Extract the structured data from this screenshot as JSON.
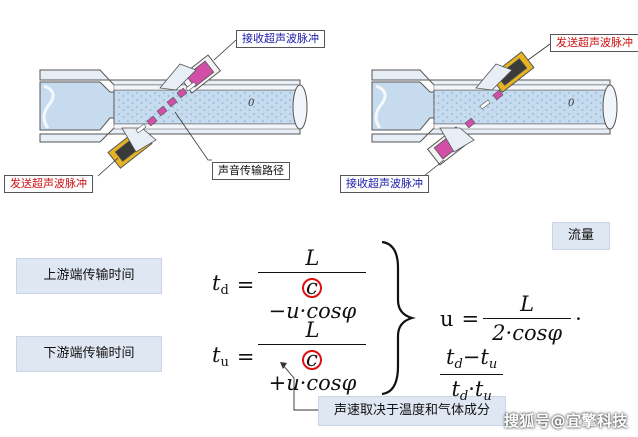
{
  "diagram": {
    "left": {
      "receive_label": "接收超声波脉冲",
      "send_label": "发送超声波脉冲",
      "path_label": "声音传输路径",
      "pipe_mark": "0"
    },
    "right": {
      "send_label": "发送超声波脉冲",
      "receive_label": "接收超声波脉冲",
      "pipe_mark": "0"
    },
    "flow_label": "流量",
    "upstream_label": "上游端传输时间",
    "downstream_label": "下游端传输时间",
    "sound_speed_note": "声速取决于温度和气体成分",
    "formulas": {
      "td_lhs_var": "t",
      "td_lhs_sub": "d",
      "td_num": "L",
      "td_den_c": "c",
      "td_den_rest": "−u·cosφ",
      "tu_lhs_var": "t",
      "tu_lhs_sub": "u",
      "tu_num": "L",
      "tu_den_c": "c",
      "tu_den_rest": "+u·cosφ",
      "u_lhs": "u",
      "u_num1": "L",
      "u_den1": "2·cosφ",
      "u_dot": "·",
      "u_num2_a": "t",
      "u_num2_a_sub": "d",
      "u_num2_op": "−",
      "u_num2_b": "t",
      "u_num2_b_sub": "u",
      "u_den2_a": "t",
      "u_den2_a_sub": "d",
      "u_den2_op": "·",
      "u_den2_b": "t",
      "u_den2_b_sub": "u"
    },
    "watermark": "搜狐号@宜擎科技",
    "colors": {
      "pipe_fill": "#c6dcee",
      "transducer": "#e6b422",
      "pulse": "#d24fa8",
      "circle": "#dd1111",
      "panel": "#dfe7f3"
    }
  }
}
